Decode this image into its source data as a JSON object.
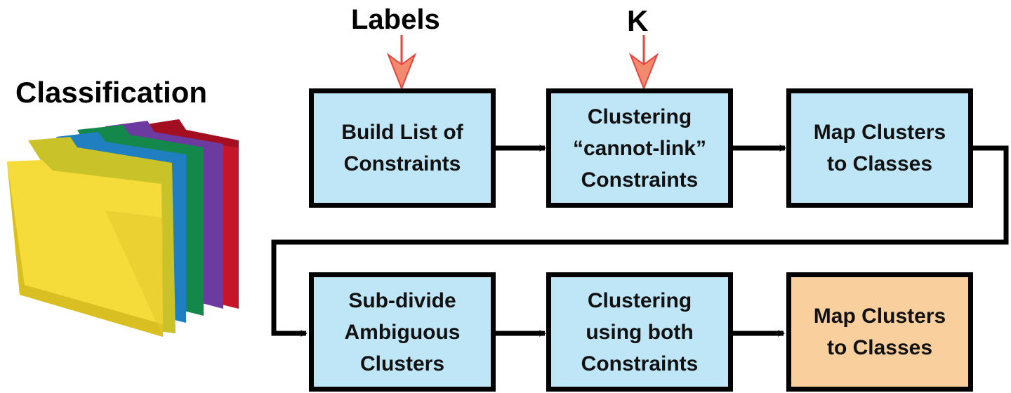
{
  "diagram": {
    "heading": "Classification",
    "inputs": {
      "labels": "Labels",
      "k": "K"
    },
    "steps": [
      {
        "text": "Build List of\nConstraints"
      },
      {
        "text": "Clustering\n“cannot-link”\nConstraints"
      },
      {
        "text": "Map Clusters\nto Classes"
      },
      {
        "text": "Sub-divide\nAmbiguous\nClusters"
      },
      {
        "text": "Clustering\nusing both\nConstraints"
      },
      {
        "text": "Map Clusters\nto Classes"
      }
    ],
    "colors": {
      "step_fill": "#bfe6f7",
      "final_fill": "#f9cf9d",
      "input_arrow": "#e8433d",
      "folders": [
        "#f5dc3a",
        "#1f7fc1",
        "#14874a",
        "#6d3aa0",
        "#c6152a"
      ]
    },
    "icon": "folder-stack-icon"
  }
}
